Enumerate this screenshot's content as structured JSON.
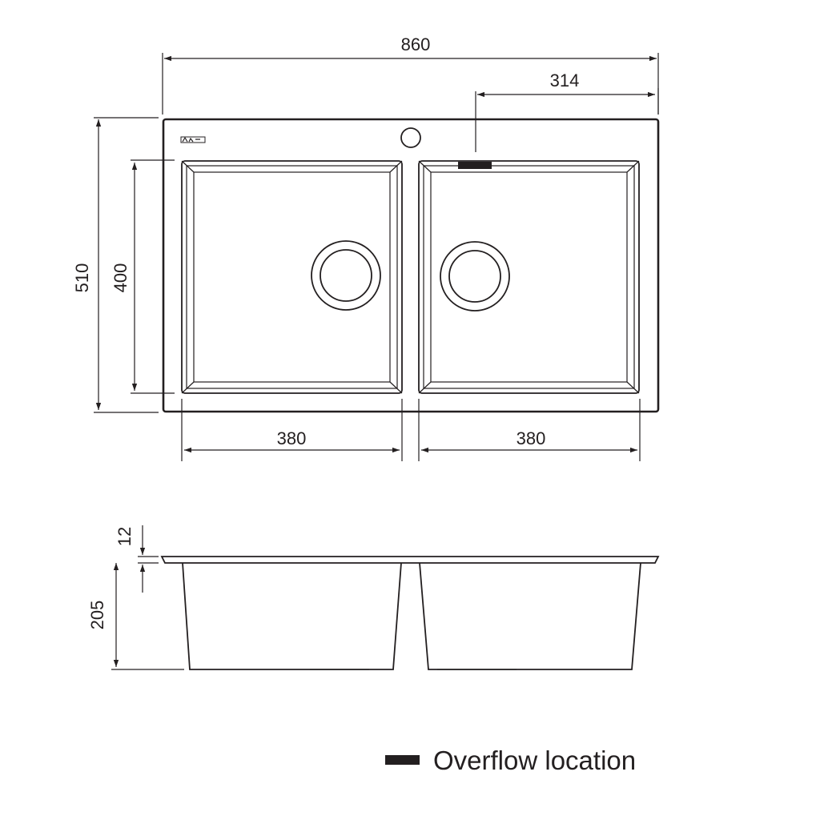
{
  "dimensions": {
    "overall_width": "860",
    "offset_to_overflow": "314",
    "overall_depth": "510",
    "bowl_depth": "400",
    "left_bowl_width": "380",
    "right_bowl_width": "380",
    "rim_thickness": "12",
    "bowl_height": "205"
  },
  "legend": {
    "label": "Overflow location",
    "swatch_color": "#231f20"
  },
  "colors": {
    "line": "#231f20",
    "background": "#ffffff"
  }
}
